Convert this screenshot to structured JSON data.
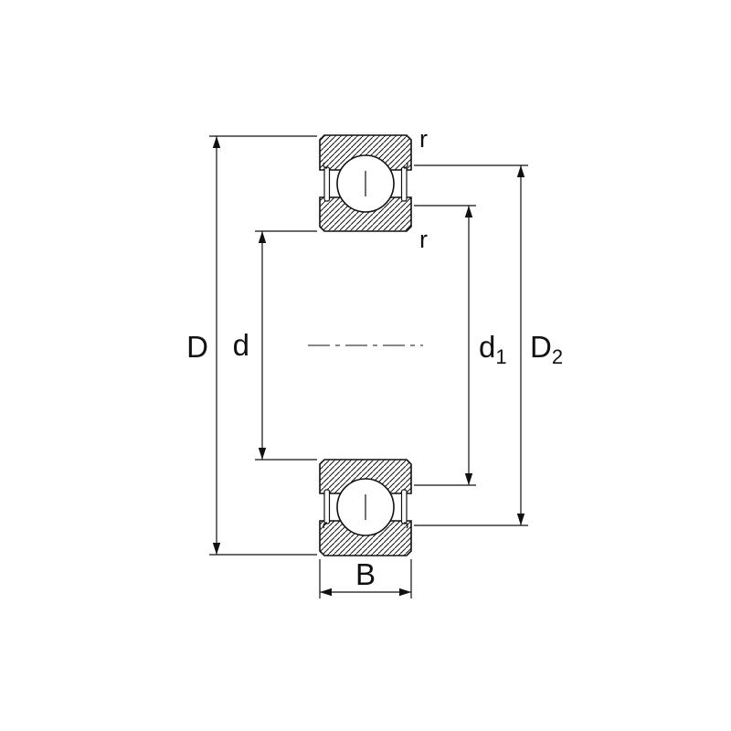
{
  "diagram": {
    "colors": {
      "line": "#111111",
      "background": "#ffffff"
    },
    "labels": {
      "outer_diameter": "D",
      "bore_diameter": "d",
      "d1_base": "d",
      "d1_sub": "1",
      "d2_base": "D",
      "d2_sub": "2",
      "width": "B",
      "radius_top": "r",
      "radius_inner": "r"
    }
  }
}
